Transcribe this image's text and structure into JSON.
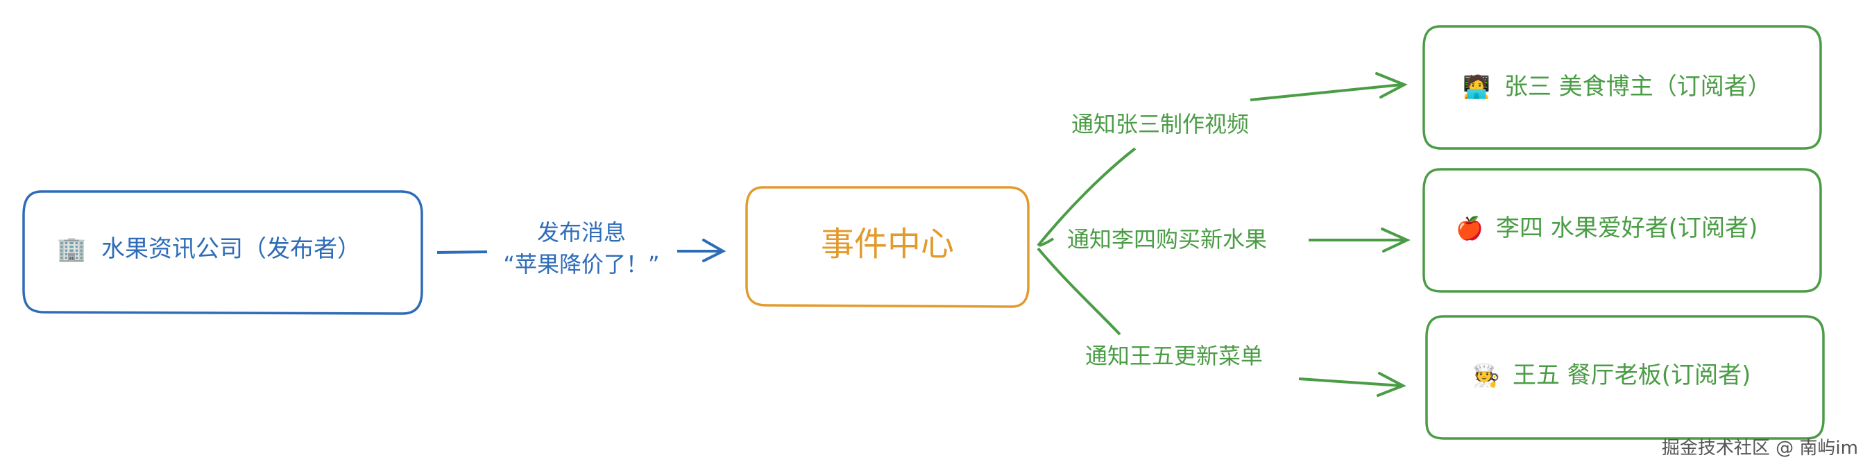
{
  "colors": {
    "publisher": "#2f6cb8",
    "center": "#e39a2d",
    "subscriber": "#4a9c45",
    "watermark": "#555555"
  },
  "publisher": {
    "icon": "office-building-icon",
    "icon_glyph": "🏢",
    "label": "水果资讯公司（发布者）"
  },
  "publish_edge": {
    "line1": "发布消息",
    "line2": "“苹果降价了！”"
  },
  "event_center": {
    "label": "事件中心"
  },
  "subscribers": [
    {
      "icon": "technologist-icon",
      "icon_glyph": "🧑‍💻",
      "label": "张三 美食博主（订阅者）",
      "edge_label": "通知张三制作视频"
    },
    {
      "icon": "red-apple-icon",
      "icon_glyph": "🍎",
      "label": "李四 水果爱好者(订阅者)",
      "edge_label": "通知李四购买新水果"
    },
    {
      "icon": "cook-icon",
      "icon_glyph": "🧑‍🍳",
      "label": "王五 餐厅老板(订阅者)",
      "edge_label": "通知王五更新菜单"
    }
  ],
  "watermark": "掘金技术社区 @ 南屿im"
}
